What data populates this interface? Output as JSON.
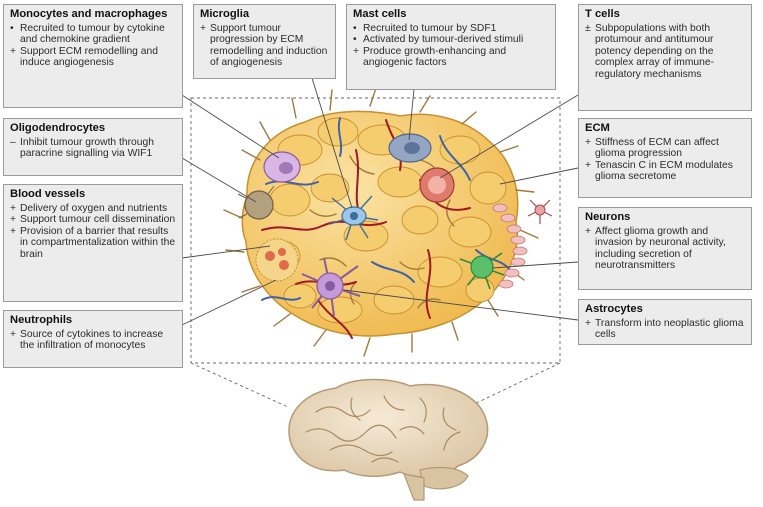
{
  "boxes": {
    "monocytes": {
      "title": "Monocytes and macrophages",
      "items": [
        {
          "marker": "•",
          "text": "Recruited to tumour by cytokine and chemokine gradient"
        },
        {
          "marker": "+",
          "text": "Support ECM remodelling and induce angiogenesis"
        }
      ]
    },
    "microglia": {
      "title": "Microglia",
      "items": [
        {
          "marker": "+",
          "text": "Support tumour progression by ECM remodelling and induction of angiogenesis"
        }
      ]
    },
    "mast": {
      "title": "Mast cells",
      "items": [
        {
          "marker": "•",
          "text": "Recruited to tumour by SDF1"
        },
        {
          "marker": "•",
          "text": "Activated by tumour-derived stimuli"
        },
        {
          "marker": "+",
          "text": "Produce growth-enhancing and angiogenic factors"
        }
      ]
    },
    "tcells": {
      "title": "T cells",
      "items": [
        {
          "marker": "±",
          "text": "Subpopulations with both protumour and antitumour potency depending on the complex array of immune-regulatory mechanisms"
        }
      ]
    },
    "oligo": {
      "title": "Oligodendrocytes",
      "items": [
        {
          "marker": "–",
          "text": "Inhibit tumour growth through paracrine signalling via WIF1"
        }
      ]
    },
    "ecm": {
      "title": "ECM",
      "items": [
        {
          "marker": "+",
          "text": "Stiffness of ECM can affect glioma progression"
        },
        {
          "marker": "+",
          "text": "Tenascin C in ECM modulates glioma secretome"
        }
      ]
    },
    "blood": {
      "title": "Blood vessels",
      "items": [
        {
          "marker": "+",
          "text": "Delivery of oxygen and nutrients"
        },
        {
          "marker": "+",
          "text": "Support tumour cell dissemination"
        },
        {
          "marker": "+",
          "text": "Provision of a barrier that results in compartmentalization within the brain"
        }
      ]
    },
    "neurons": {
      "title": "Neurons",
      "items": [
        {
          "marker": "+",
          "text": "Affect glioma growth and invasion by neuronal activity, including secretion of neurotransmitters"
        }
      ]
    },
    "neutro": {
      "title": "Neutrophils",
      "items": [
        {
          "marker": "+",
          "text": "Source of cytokines to increase the infiltration of monocytes"
        }
      ]
    },
    "astro": {
      "title": "Astrocytes",
      "items": [
        {
          "marker": "+",
          "text": "Transform into neoplastic glioma cells"
        }
      ]
    }
  },
  "colors": {
    "box_fill": "#ececec",
    "box_border": "#9a9a9a",
    "tumour_cell": "#f2c35e",
    "tumour_edge": "#c88f2e",
    "dendrite": "#a07a3c",
    "vessel_red": "#a0182a",
    "vessel_blue": "#3f63a8",
    "macrophage": "#d9b6e6",
    "mast_cell": "#93a6c4",
    "t_cell": "#e07a6c",
    "oligodendrocyte": "#b3a07e",
    "microglia": "#9cc6ea",
    "astrocyte": "#c49ad8",
    "neuron": "#5cbf6a",
    "neutrophil": "#f5d58a",
    "ecm_fibre": "#e8a3a3",
    "brain": "#ecdcc3"
  }
}
